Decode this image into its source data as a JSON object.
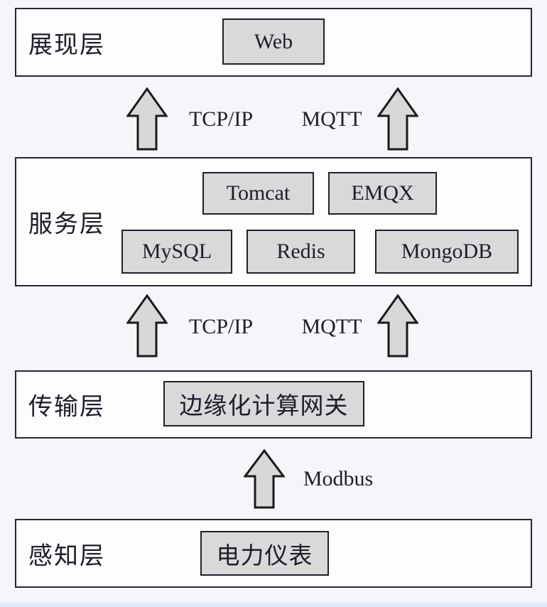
{
  "colors": {
    "page_bg": "#f5f6fa",
    "layer_fill": "#fdfdfe",
    "layer_border": "#25253a",
    "node_fill": "#d9d9d9",
    "node_border": "#20202f",
    "arrow_fill": "#d8d8d8",
    "arrow_outline": "#1a1a1a",
    "text": "#1d1d2b",
    "bottom_strip": "#dfe9f7"
  },
  "layers": {
    "presentation": {
      "label": "展现层",
      "nodes": {
        "web": "Web"
      }
    },
    "service": {
      "label": "服务层",
      "nodes": {
        "tomcat": "Tomcat",
        "emqx": "EMQX",
        "mysql": "MySQL",
        "redis": "Redis",
        "mongodb": "MongoDB"
      }
    },
    "transport": {
      "label": "传输层",
      "nodes": {
        "gateway": "边缘化计算网关"
      }
    },
    "perception": {
      "label": "感知层",
      "nodes": {
        "meter": "电力仪表"
      }
    }
  },
  "links": {
    "service_to_presentation": {
      "left_protocol": "TCP/IP",
      "right_protocol": "MQTT"
    },
    "transport_to_service": {
      "left_protocol": "TCP/IP",
      "right_protocol": "MQTT"
    },
    "perception_to_transport": {
      "protocol": "Modbus"
    }
  }
}
